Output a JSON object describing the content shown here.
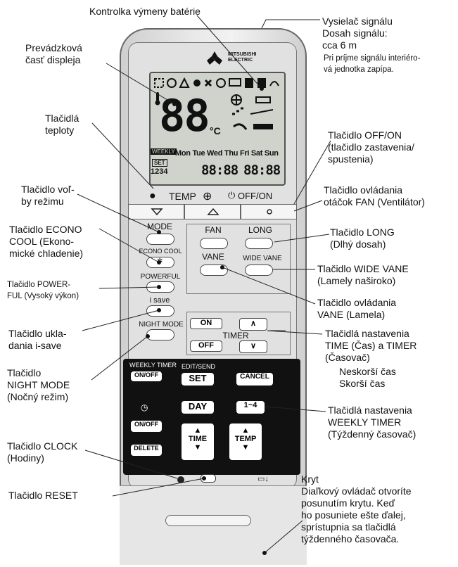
{
  "annotations": {
    "battery": "Kontrolka výmeny batérie",
    "transmitter": [
      "Vysielač signálu",
      "Dosah signálu:",
      "cca 6 m"
    ],
    "transmitter_note": [
      "Pri príjme signálu interiéro-",
      "vá jednotka zapípa."
    ],
    "display_part": [
      "Prevádzková",
      "časť displeja"
    ],
    "temp_buttons": [
      "Tlačidlá",
      "teploty"
    ],
    "offon": [
      "Tlačidlo OFF/ON",
      "(tlačidlo zastavenia/",
      "spustenia)"
    ],
    "mode": [
      "Tlačidlo voľ-",
      "by režimu"
    ],
    "fan": [
      "Tlačidlo ovládania",
      "otáčok FAN (Ventilátor)"
    ],
    "econo": [
      "Tlačidlo ECONO",
      "COOL (Ekono-",
      "mické chladenie)"
    ],
    "long": [
      "Tlačidlo LONG",
      "(Dlhý dosah)"
    ],
    "wide_vane": [
      "Tlačidlo WIDE VANE",
      "(Lamely naširoko)"
    ],
    "powerful": [
      "Tlačidlo POWER-",
      "FUL (Vysoký výkon)"
    ],
    "vane": [
      "Tlačidlo ovládania",
      "VANE (Lamela)"
    ],
    "isave": [
      "Tlačidlo ukla-",
      "dania i-save"
    ],
    "time_timer": [
      "Tlačidlá nastavenia",
      "TIME (Čas) a TIMER",
      "(Časovač)"
    ],
    "later_earlier": [
      "Neskorší čas",
      "Skorší čas"
    ],
    "night": [
      "Tlačidlo",
      "NIGHT MODE",
      "(Nočný režim)"
    ],
    "weekly": [
      "Tlačidlá nastavenia",
      "WEEKLY TIMER",
      "(Týždenný časovač)"
    ],
    "clock": [
      "Tlačidlo CLOCK",
      "(Hodiny)"
    ],
    "reset": "Tlačidlo RESET",
    "cover": [
      "Kryt",
      "Diaľkový ovládač otvoríte",
      "posunutím krytu. Keď",
      "ho posuniete ešte ďalej,",
      "sprístupnia sa tlačidlá",
      "týždenného časovača."
    ]
  },
  "remote": {
    "brand": [
      "MITSUBISHI",
      "ELECTRIC"
    ],
    "temp_value": "88",
    "unit": "°C",
    "weekly_tag": "WEEKLY",
    "days": "Mon Tue Wed Thu Fri Sat Sun",
    "set_tag": "SET",
    "prog": "1234",
    "time_value": "88:88",
    "time_value2": "88:88",
    "temp_label": "TEMP",
    "offon_label": "OFF/ON",
    "mode": "MODE",
    "fan": "FAN",
    "long": "LONG",
    "econo_cool": "ECONO COOL",
    "vane": "VANE",
    "wide_vane": "WIDE VANE",
    "powerful": "POWERFUL",
    "isave": "i save",
    "night_mode": "NIGHT MODE",
    "on": "ON",
    "off": "OFF",
    "timer": "TIMER",
    "weekly_timer": "WEEKLY TIMER",
    "onoff": "ON/OFF",
    "edit_send": "EDIT/SEND",
    "set": "SET",
    "cancel": "CANCEL",
    "day": "DAY",
    "range": "1~4",
    "delete": "DELETE",
    "time": "TIME",
    "temp": "TEMP",
    "clock": "CLOCK",
    "reset": "RESET"
  }
}
